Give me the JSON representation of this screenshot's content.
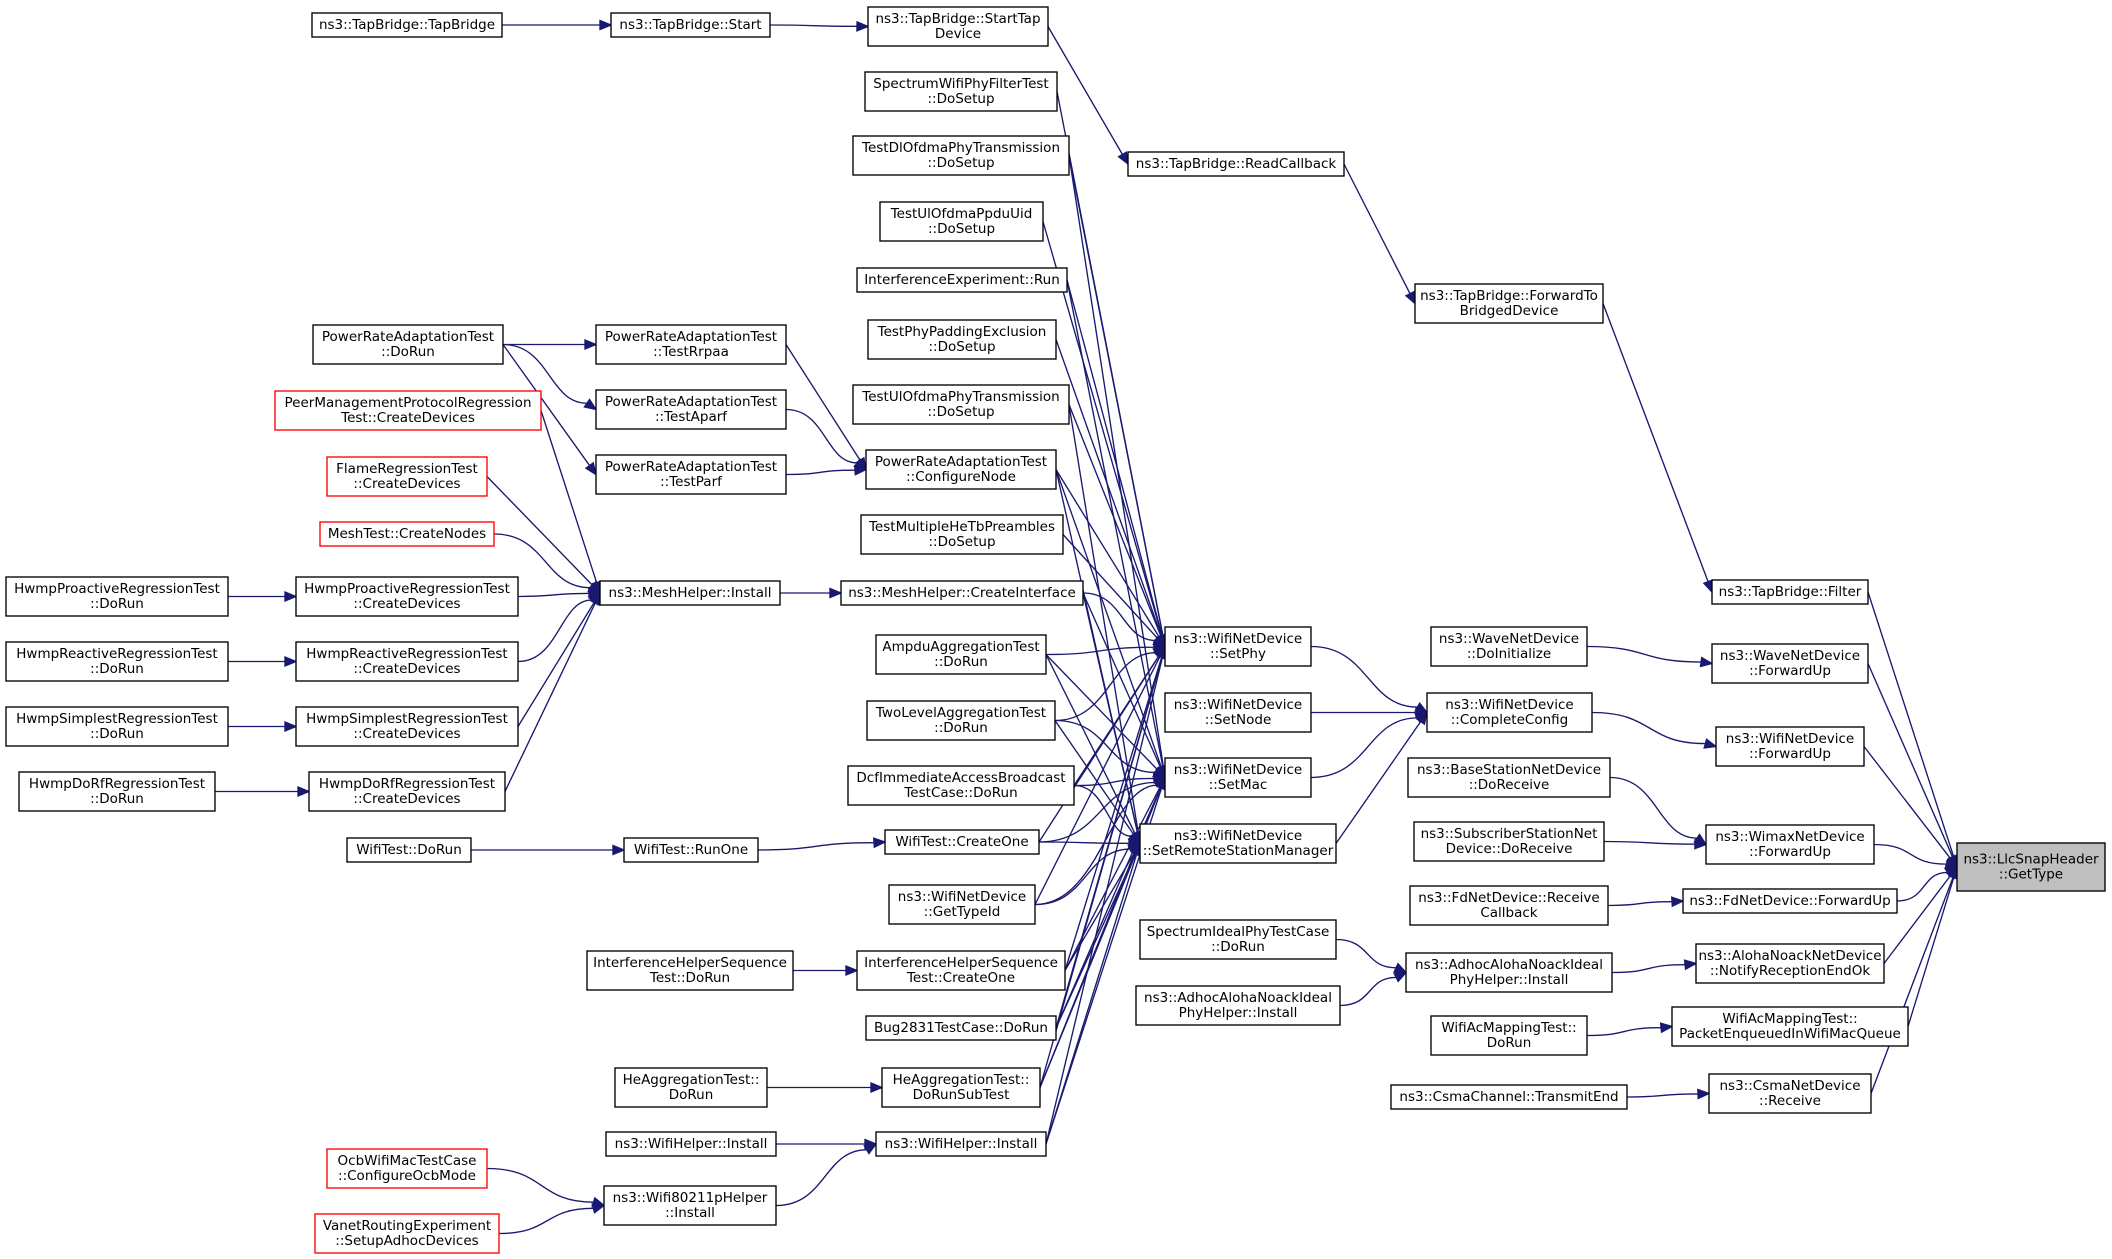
{
  "nodes": [
    {
      "id": "getType",
      "lines": [
        "ns3::LlcSnapHeader",
        "::GetType"
      ],
      "focus": true
    },
    {
      "id": "tapFilter",
      "lines": [
        "ns3::TapBridge::Filter"
      ]
    },
    {
      "id": "waveFwd",
      "lines": [
        "ns3::WaveNetDevice",
        "::ForwardUp"
      ]
    },
    {
      "id": "wifiFwd",
      "lines": [
        "ns3::WifiNetDevice",
        "::ForwardUp"
      ]
    },
    {
      "id": "wimaxFwd",
      "lines": [
        "ns3::WimaxNetDevice",
        "::ForwardUp"
      ]
    },
    {
      "id": "fdFwd",
      "lines": [
        "ns3::FdNetDevice::ForwardUp"
      ]
    },
    {
      "id": "alohaNotify",
      "lines": [
        "ns3::AlohaNoackNetDevice",
        "::NotifyReceptionEndOk"
      ]
    },
    {
      "id": "acPkt",
      "lines": [
        "WifiAcMappingTest::",
        "PacketEnqueuedInWifiMacQueue"
      ]
    },
    {
      "id": "csmaRecv",
      "lines": [
        "ns3::CsmaNetDevice",
        "::Receive"
      ]
    },
    {
      "id": "tapFwdBridged",
      "lines": [
        "ns3::TapBridge::ForwardTo",
        "BridgedDevice"
      ]
    },
    {
      "id": "waveInit",
      "lines": [
        "ns3::WaveNetDevice",
        "::DoInitialize"
      ]
    },
    {
      "id": "completeConfig",
      "lines": [
        "ns3::WifiNetDevice",
        "::CompleteConfig"
      ]
    },
    {
      "id": "bsRecv",
      "lines": [
        "ns3::BaseStationNetDevice",
        "::DoReceive"
      ]
    },
    {
      "id": "ssRecv",
      "lines": [
        "ns3::SubscriberStationNet",
        "Device::DoReceive"
      ]
    },
    {
      "id": "fdRecvCb",
      "lines": [
        "ns3::FdNetDevice::Receive",
        "Callback"
      ]
    },
    {
      "id": "adhocInstall",
      "lines": [
        "ns3::AdhocAlohaNoackIdeal",
        "PhyHelper::Install"
      ]
    },
    {
      "id": "acDoRun",
      "lines": [
        "WifiAcMappingTest::",
        "DoRun"
      ]
    },
    {
      "id": "csmaTx",
      "lines": [
        "ns3::CsmaChannel::TransmitEnd"
      ]
    },
    {
      "id": "tapReadCb",
      "lines": [
        "ns3::TapBridge::ReadCallback"
      ]
    },
    {
      "id": "setPhy",
      "lines": [
        "ns3::WifiNetDevice",
        "::SetPhy"
      ]
    },
    {
      "id": "setNode",
      "lines": [
        "ns3::WifiNetDevice",
        "::SetNode"
      ]
    },
    {
      "id": "setMac",
      "lines": [
        "ns3::WifiNetDevice",
        "::SetMac"
      ]
    },
    {
      "id": "setRsm",
      "lines": [
        "ns3::WifiNetDevice",
        "::SetRemoteStationManager"
      ]
    },
    {
      "id": "specIdeal",
      "lines": [
        "SpectrumIdealPhyTestCase",
        "::DoRun"
      ]
    },
    {
      "id": "adhocInstall2",
      "lines": [
        "ns3::AdhocAlohaNoackIdeal",
        "PhyHelper::Install"
      ]
    },
    {
      "id": "tapStartTap",
      "lines": [
        "ns3::TapBridge::StartTap",
        "Device"
      ]
    },
    {
      "id": "tapStart",
      "lines": [
        "ns3::TapBridge::Start"
      ]
    },
    {
      "id": "tapCtor",
      "lines": [
        "ns3::TapBridge::TapBridge"
      ]
    },
    {
      "id": "specFilter",
      "lines": [
        "SpectrumWifiPhyFilterTest",
        "::DoSetup"
      ]
    },
    {
      "id": "dlOfdma",
      "lines": [
        "TestDlOfdmaPhyTransmission",
        "::DoSetup"
      ]
    },
    {
      "id": "ulPpdu",
      "lines": [
        "TestUlOfdmaPpduUid",
        "::DoSetup"
      ]
    },
    {
      "id": "interfExp",
      "lines": [
        "InterferenceExperiment::Run"
      ]
    },
    {
      "id": "phyPad",
      "lines": [
        "TestPhyPaddingExclusion",
        "::DoSetup"
      ]
    },
    {
      "id": "ulOfdma",
      "lines": [
        "TestUlOfdmaPhyTransmission",
        "::DoSetup"
      ]
    },
    {
      "id": "praConfig",
      "lines": [
        "PowerRateAdaptationTest",
        "::ConfigureNode"
      ]
    },
    {
      "id": "multiHe",
      "lines": [
        "TestMultipleHeTbPreambles",
        "::DoSetup"
      ]
    },
    {
      "id": "meshCreateIf",
      "lines": [
        "ns3::MeshHelper::CreateInterface"
      ]
    },
    {
      "id": "ampdu",
      "lines": [
        "AmpduAggregationTest",
        "::DoRun"
      ]
    },
    {
      "id": "twoLevel",
      "lines": [
        "TwoLevelAggregationTest",
        "::DoRun"
      ]
    },
    {
      "id": "dcfImm",
      "lines": [
        "DcfImmediateAccessBroadcast",
        "TestCase::DoRun"
      ]
    },
    {
      "id": "createOne",
      "lines": [
        "WifiTest::CreateOne"
      ]
    },
    {
      "id": "getTypeId",
      "lines": [
        "ns3::WifiNetDevice",
        "::GetTypeId"
      ]
    },
    {
      "id": "ihsCreateOne",
      "lines": [
        "InterferenceHelperSequence",
        "Test::CreateOne"
      ]
    },
    {
      "id": "bug2831",
      "lines": [
        "Bug2831TestCase::DoRun"
      ]
    },
    {
      "id": "heSub",
      "lines": [
        "HeAggregationTest::",
        "DoRunSubTest"
      ]
    },
    {
      "id": "wifiHelperInstall",
      "lines": [
        "ns3::WifiHelper::Install"
      ]
    },
    {
      "id": "praRrpaa",
      "lines": [
        "PowerRateAdaptationTest",
        "::TestRrpaa"
      ]
    },
    {
      "id": "praAparf",
      "lines": [
        "PowerRateAdaptationTest",
        "::TestAparf"
      ]
    },
    {
      "id": "praParf",
      "lines": [
        "PowerRateAdaptationTest",
        "::TestParf"
      ]
    },
    {
      "id": "meshInstall",
      "lines": [
        "ns3::MeshHelper::Install"
      ]
    },
    {
      "id": "runOne",
      "lines": [
        "WifiTest::RunOne"
      ]
    },
    {
      "id": "ihsDoRun",
      "lines": [
        "InterferenceHelperSequence",
        "Test::DoRun"
      ]
    },
    {
      "id": "heDoRun",
      "lines": [
        "HeAggregationTest::",
        "DoRun"
      ]
    },
    {
      "id": "wifiHelperInstall2",
      "lines": [
        "ns3::WifiHelper::Install"
      ]
    },
    {
      "id": "w80211pInstall",
      "lines": [
        "ns3::Wifi80211pHelper",
        "::Install"
      ]
    },
    {
      "id": "praDoRun",
      "lines": [
        "PowerRateAdaptationTest",
        "::DoRun"
      ]
    },
    {
      "id": "peerMgmt",
      "lines": [
        "PeerManagementProtocolRegression",
        "Test::CreateDevices"
      ],
      "red": true
    },
    {
      "id": "flameReg",
      "lines": [
        "FlameRegressionTest",
        "::CreateDevices"
      ],
      "red": true
    },
    {
      "id": "meshTestNodes",
      "lines": [
        "MeshTest::CreateNodes"
      ],
      "red": true
    },
    {
      "id": "hpCreate",
      "lines": [
        "HwmpProactiveRegressionTest",
        "::CreateDevices"
      ]
    },
    {
      "id": "hrCreate",
      "lines": [
        "HwmpReactiveRegressionTest",
        "::CreateDevices"
      ]
    },
    {
      "id": "hsCreate",
      "lines": [
        "HwmpSimplestRegressionTest",
        "::CreateDevices"
      ]
    },
    {
      "id": "hdCreate",
      "lines": [
        "HwmpDoRfRegressionTest",
        "::CreateDevices"
      ]
    },
    {
      "id": "wifiTestDoRun",
      "lines": [
        "WifiTest::DoRun"
      ]
    },
    {
      "id": "hpDoRun",
      "lines": [
        "HwmpProactiveRegressionTest",
        "::DoRun"
      ]
    },
    {
      "id": "hrDoRun",
      "lines": [
        "HwmpReactiveRegressionTest",
        "::DoRun"
      ]
    },
    {
      "id": "hsDoRun",
      "lines": [
        "HwmpSimplestRegressionTest",
        "::DoRun"
      ]
    },
    {
      "id": "hdDoRun",
      "lines": [
        "HwmpDoRfRegressionTest",
        "::DoRun"
      ]
    },
    {
      "id": "ocbConfig",
      "lines": [
        "OcbWifiMacTestCase",
        "::ConfigureOcbMode"
      ],
      "red": true
    },
    {
      "id": "vanetSetup",
      "lines": [
        "VanetRoutingExperiment",
        "::SetupAdhocDevices"
      ],
      "red": true
    }
  ],
  "edges": [
    [
      "tapFilter",
      "getType"
    ],
    [
      "waveFwd",
      "getType"
    ],
    [
      "wifiFwd",
      "getType"
    ],
    [
      "wimaxFwd",
      "getType"
    ],
    [
      "fdFwd",
      "getType"
    ],
    [
      "alohaNotify",
      "getType"
    ],
    [
      "acPkt",
      "getType"
    ],
    [
      "csmaRecv",
      "getType"
    ],
    [
      "tapFwdBridged",
      "tapFilter"
    ],
    [
      "waveInit",
      "waveFwd"
    ],
    [
      "completeConfig",
      "wifiFwd"
    ],
    [
      "bsRecv",
      "wimaxFwd"
    ],
    [
      "ssRecv",
      "wimaxFwd"
    ],
    [
      "fdRecvCb",
      "fdFwd"
    ],
    [
      "adhocInstall",
      "alohaNotify"
    ],
    [
      "acDoRun",
      "acPkt"
    ],
    [
      "csmaTx",
      "csmaRecv"
    ],
    [
      "tapReadCb",
      "tapFwdBridged"
    ],
    [
      "setPhy",
      "completeConfig"
    ],
    [
      "setNode",
      "completeConfig"
    ],
    [
      "setMac",
      "completeConfig"
    ],
    [
      "setRsm",
      "completeConfig"
    ],
    [
      "specIdeal",
      "adhocInstall"
    ],
    [
      "adhocInstall2",
      "adhocInstall"
    ],
    [
      "tapStartTap",
      "tapReadCb"
    ],
    [
      "tapStart",
      "tapStartTap"
    ],
    [
      "tapCtor",
      "tapStart"
    ],
    [
      "specFilter",
      "setPhy"
    ],
    [
      "dlOfdma",
      "setPhy"
    ],
    [
      "ulPpdu",
      "setPhy"
    ],
    [
      "interfExp",
      "setPhy"
    ],
    [
      "phyPad",
      "setPhy"
    ],
    [
      "ulOfdma",
      "setPhy"
    ],
    [
      "praConfig",
      "setPhy"
    ],
    [
      "multiHe",
      "setPhy"
    ],
    [
      "meshCreateIf",
      "setPhy"
    ],
    [
      "ampdu",
      "setPhy"
    ],
    [
      "twoLevel",
      "setPhy"
    ],
    [
      "dcfImm",
      "setPhy"
    ],
    [
      "createOne",
      "setPhy"
    ],
    [
      "getTypeId",
      "setPhy"
    ],
    [
      "ihsCreateOne",
      "setPhy"
    ],
    [
      "bug2831",
      "setPhy"
    ],
    [
      "heSub",
      "setPhy"
    ],
    [
      "wifiHelperInstall",
      "setPhy"
    ],
    [
      "dlOfdma",
      "setMac"
    ],
    [
      "interfExp",
      "setMac"
    ],
    [
      "praConfig",
      "setMac"
    ],
    [
      "meshCreateIf",
      "setMac"
    ],
    [
      "ampdu",
      "setMac"
    ],
    [
      "twoLevel",
      "setMac"
    ],
    [
      "dcfImm",
      "setMac"
    ],
    [
      "createOne",
      "setMac"
    ],
    [
      "getTypeId",
      "setMac"
    ],
    [
      "ihsCreateOne",
      "setMac"
    ],
    [
      "bug2831",
      "setMac"
    ],
    [
      "heSub",
      "setMac"
    ],
    [
      "wifiHelperInstall",
      "setMac"
    ],
    [
      "ulOfdma",
      "setRsm"
    ],
    [
      "praConfig",
      "setRsm"
    ],
    [
      "meshCreateIf",
      "setRsm"
    ],
    [
      "ampdu",
      "setRsm"
    ],
    [
      "twoLevel",
      "setRsm"
    ],
    [
      "dcfImm",
      "setRsm"
    ],
    [
      "createOne",
      "setRsm"
    ],
    [
      "getTypeId",
      "setRsm"
    ],
    [
      "ihsCreateOne",
      "setRsm"
    ],
    [
      "bug2831",
      "setRsm"
    ],
    [
      "heSub",
      "setRsm"
    ],
    [
      "wifiHelperInstall",
      "setRsm"
    ],
    [
      "praRrpaa",
      "praConfig"
    ],
    [
      "praAparf",
      "praConfig"
    ],
    [
      "praParf",
      "praConfig"
    ],
    [
      "meshInstall",
      "meshCreateIf"
    ],
    [
      "runOne",
      "createOne"
    ],
    [
      "ihsDoRun",
      "ihsCreateOne"
    ],
    [
      "heDoRun",
      "heSub"
    ],
    [
      "wifiHelperInstall2",
      "wifiHelperInstall"
    ],
    [
      "w80211pInstall",
      "wifiHelperInstall"
    ],
    [
      "praDoRun",
      "praRrpaa"
    ],
    [
      "praDoRun",
      "praAparf"
    ],
    [
      "praDoRun",
      "praParf"
    ],
    [
      "peerMgmt",
      "meshInstall"
    ],
    [
      "flameReg",
      "meshInstall"
    ],
    [
      "meshTestNodes",
      "meshInstall"
    ],
    [
      "hpCreate",
      "meshInstall"
    ],
    [
      "hrCreate",
      "meshInstall"
    ],
    [
      "hsCreate",
      "meshInstall"
    ],
    [
      "hdCreate",
      "meshInstall"
    ],
    [
      "wifiTestDoRun",
      "runOne"
    ],
    [
      "hpDoRun",
      "hpCreate"
    ],
    [
      "hrDoRun",
      "hrCreate"
    ],
    [
      "hsDoRun",
      "hsCreate"
    ],
    [
      "hdDoRun",
      "hdCreate"
    ],
    [
      "ocbConfig",
      "w80211pInstall"
    ],
    [
      "vanetSetup",
      "w80211pInstall"
    ]
  ]
}
